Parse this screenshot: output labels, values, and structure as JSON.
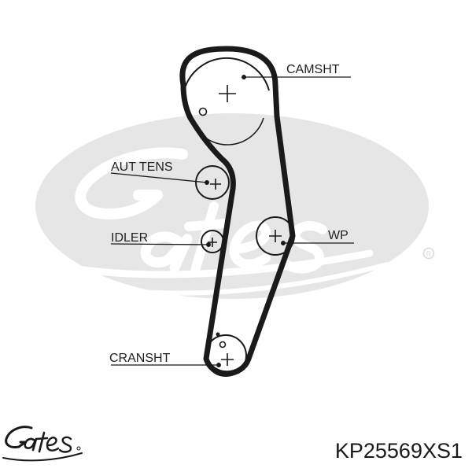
{
  "labels": {
    "camshaft": "CAMSHT",
    "tensioner": "AUT TENS",
    "idler": "IDLER",
    "water_pump": "WP",
    "crankshaft": "CRANSHT"
  },
  "part_number": "KP25569XS1",
  "colors": {
    "belt": "#1a1a1a",
    "watermark": "#e6e6e6",
    "text": "#222222"
  },
  "icons": {
    "logo": "gates-logo",
    "watermark": "gates-watermark",
    "registered": "registered-mark-icon"
  }
}
